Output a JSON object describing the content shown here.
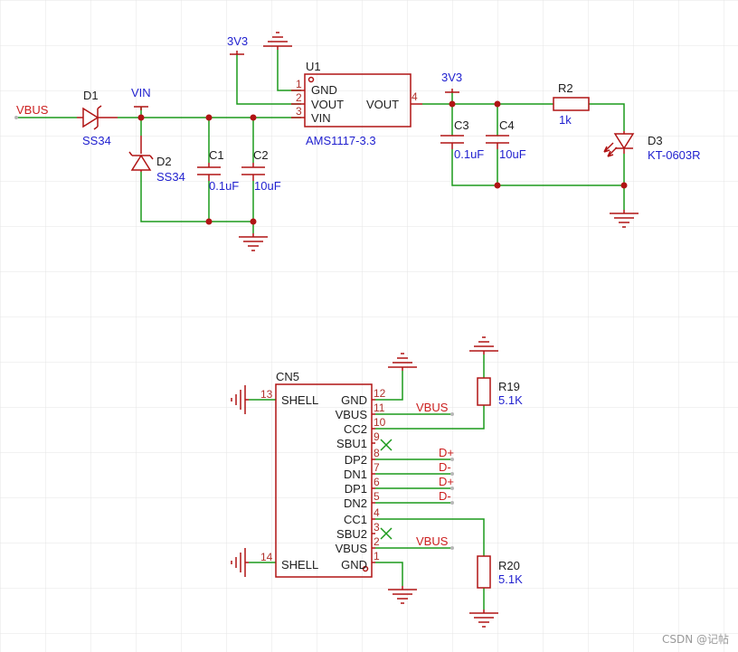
{
  "nets": {
    "vbus": "VBUS",
    "vin": "VIN",
    "v3v3_a": "3V3",
    "v3v3_b": "3V3",
    "vbus_cn_top": "VBUS",
    "vbus_cn_bot": "VBUS",
    "dp_top": "D+",
    "dn_top": "D-",
    "dp_bot": "D+",
    "dn_bot": "D-"
  },
  "parts": {
    "d1": {
      "ref": "D1",
      "value": "SS34"
    },
    "d2": {
      "ref": "D2",
      "value": "SS34"
    },
    "c1": {
      "ref": "C1",
      "value": "0.1uF"
    },
    "c2": {
      "ref": "C2",
      "value": "10uF"
    },
    "u1": {
      "ref": "U1",
      "value": "AMS1117-3.3",
      "pin_gnd": "GND",
      "pin_vout_l": "VOUT",
      "pin_vin": "VIN",
      "pin_vout_r": "VOUT",
      "n1": "1",
      "n2": "2",
      "n3": "3",
      "n4": "4"
    },
    "c3": {
      "ref": "C3",
      "value": "0.1uF"
    },
    "c4": {
      "ref": "C4",
      "value": "10uF"
    },
    "r2": {
      "ref": "R2",
      "value": "1k"
    },
    "d3": {
      "ref": "D3",
      "value": "KT-0603R"
    },
    "r19": {
      "ref": "R19",
      "value": "5.1K"
    },
    "r20": {
      "ref": "R20",
      "value": "5.1K"
    },
    "cn5": {
      "ref": "CN5",
      "left_pins": [
        {
          "num": "13",
          "name": "SHELL"
        },
        {
          "num": "14",
          "name": "SHELL"
        }
      ],
      "right_pins": [
        {
          "num": "12",
          "name": "GND"
        },
        {
          "num": "11",
          "name": "VBUS"
        },
        {
          "num": "10",
          "name": "CC2"
        },
        {
          "num": "9",
          "name": "SBU1"
        },
        {
          "num": "8",
          "name": "DP2"
        },
        {
          "num": "7",
          "name": "DN1"
        },
        {
          "num": "6",
          "name": "DP1"
        },
        {
          "num": "5",
          "name": "DN2"
        },
        {
          "num": "4",
          "name": "CC1"
        },
        {
          "num": "3",
          "name": "SBU2"
        },
        {
          "num": "2",
          "name": "VBUS"
        },
        {
          "num": "1",
          "name": "GND"
        }
      ]
    }
  },
  "watermark": "CSDN @记帖"
}
